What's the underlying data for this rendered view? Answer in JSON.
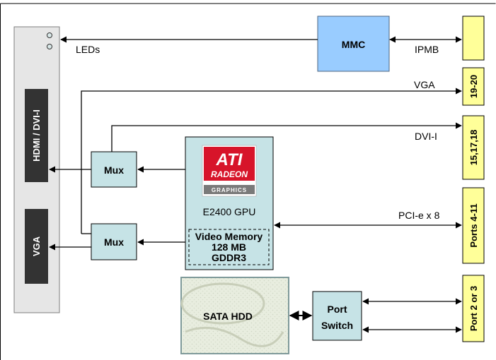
{
  "faceplate": {
    "hdmi_connector": "HDMI / DVI-I",
    "vga_connector": "VGA"
  },
  "mmc": {
    "label": "MMC"
  },
  "mux_top": {
    "label": "Mux"
  },
  "mux_bottom": {
    "label": "Mux"
  },
  "gpu": {
    "logo_brand": "ATI",
    "logo_product": "RADEON",
    "logo_sub": "GRAPHICS",
    "name": "E2400 GPU",
    "memory_line1": "Video Memory",
    "memory_line2": "128 MB",
    "memory_line3": "GDDR3"
  },
  "hdd": {
    "label": "SATA HDD"
  },
  "port_switch": {
    "line1": "Port",
    "line2": "Switch"
  },
  "signals": {
    "leds": "LEDs",
    "ipmb": "IPMB",
    "vga": "VGA",
    "dvi": "DVI-I",
    "pcie": "PCI-e x 8"
  },
  "backplane": {
    "top": "",
    "vga_pins": "19-20",
    "dvi_pins": "15,17,18",
    "pcie_ports": "Ports 4-11",
    "sata_ports": "Port 2 or 3"
  },
  "colors": {
    "block_fill": "#c6e3e6",
    "mmc_fill": "#99ccff",
    "backplane_fill": "#ffff99",
    "faceplate_fill": "#e6e6e6",
    "connector_fill": "#333333",
    "ati_red": "#d7142a"
  }
}
